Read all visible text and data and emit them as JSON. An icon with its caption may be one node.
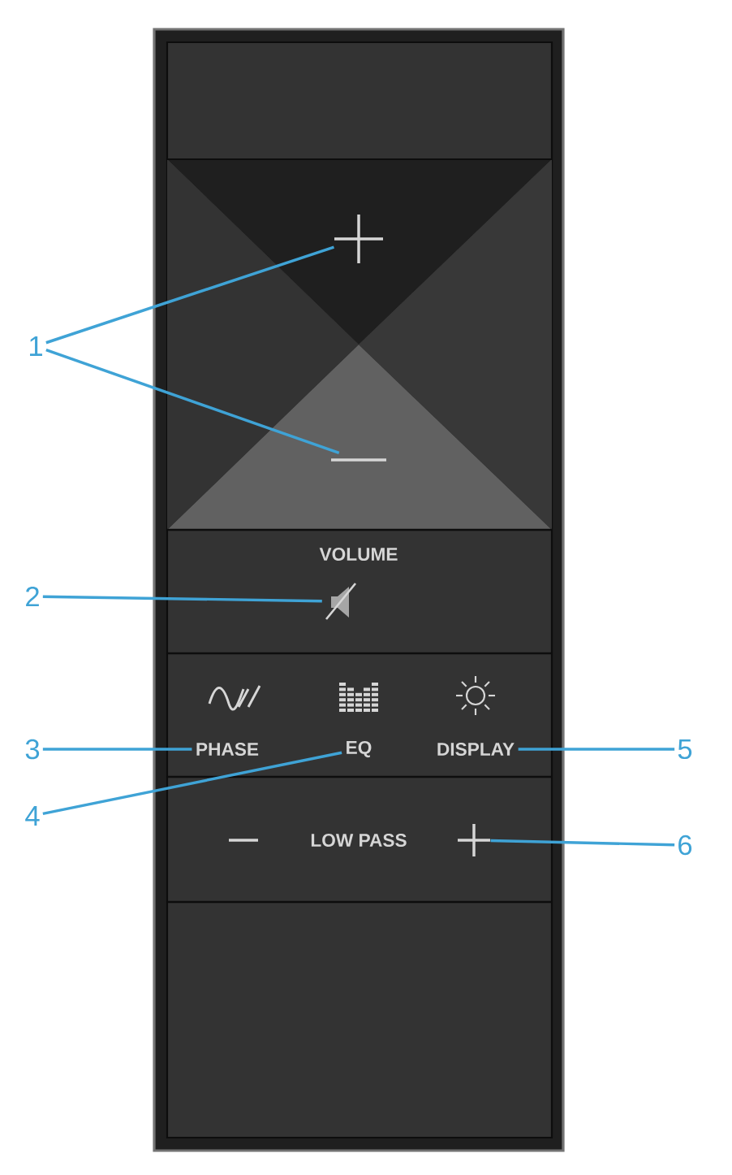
{
  "diagram": {
    "nodes": [
      {
        "text": [
          "1"
        ]
      },
      {
        "text": [],
        "shape": "plus"
      },
      {
        "text": [],
        "shape": "minus"
      },
      {
        "text": [
          "2"
        ]
      },
      {
        "text": [],
        "shape": "mute"
      },
      {
        "text": [
          "3"
        ]
      },
      {
        "text": [
          "PHASE"
        ]
      },
      {
        "text": [
          "4"
        ]
      },
      {
        "text": [
          "EQ"
        ]
      },
      {
        "text": [
          "DISPLAY"
        ]
      },
      {
        "text": [
          "5"
        ]
      },
      {
        "text": [
          "6"
        ]
      },
      {
        "text": [],
        "shape": "plus"
      }
    ],
    "edges": [
      {
        "from": 0,
        "to": 1,
        "arrow": "none"
      },
      {
        "from": 0,
        "to": 2,
        "arrow": "none"
      },
      {
        "from": 3,
        "to": 4,
        "arrow": "none"
      },
      {
        "from": 5,
        "to": 6,
        "arrow": "none"
      },
      {
        "from": 7,
        "to": 8,
        "arrow": "none"
      },
      {
        "from": 10,
        "to": 9,
        "arrow": "none"
      },
      {
        "from": 11,
        "to": 12,
        "arrow": "none"
      }
    ],
    "labels": [
      "VOLUME",
      "LOW PASS"
    ]
  }
}
